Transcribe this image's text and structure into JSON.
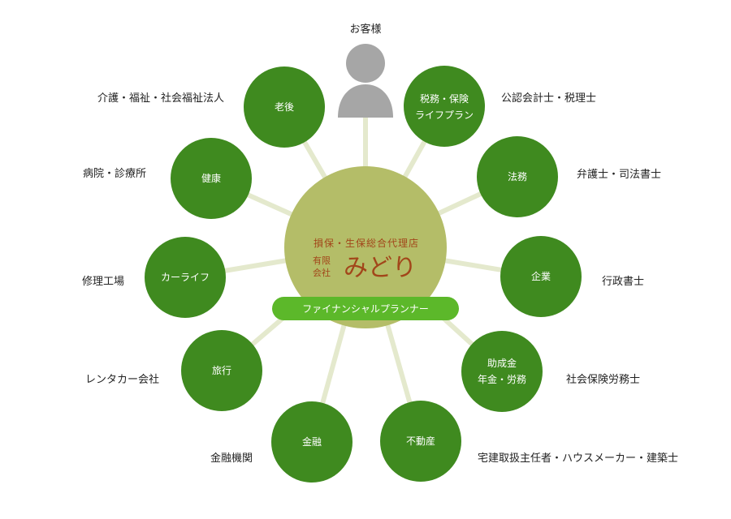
{
  "customer": {
    "label": "お客様",
    "icon": "person-icon"
  },
  "hub": {
    "subtitle": "損保・生保総合代理店",
    "company_kind_top": "有限",
    "company_kind_bottom": "会社",
    "name": "みどり",
    "banner": "ファイナンシャルプランナー"
  },
  "nodes": [
    {
      "id": "elderly",
      "lines": [
        "老後"
      ],
      "partner": "介護・福祉・社会福祉法人"
    },
    {
      "id": "health",
      "lines": [
        "健康"
      ],
      "partner": "病院・診療所"
    },
    {
      "id": "carlife",
      "lines": [
        "カーライフ"
      ],
      "partner": "修理工場"
    },
    {
      "id": "travel",
      "lines": [
        "旅行"
      ],
      "partner": "レンタカー会社"
    },
    {
      "id": "finance",
      "lines": [
        "金融"
      ],
      "partner": "金融機関"
    },
    {
      "id": "realestate",
      "lines": [
        "不動産"
      ],
      "partner": "宅建取扱主任者・ハウスメーカー・建築士"
    },
    {
      "id": "subsidy",
      "lines": [
        "助成金",
        "年金・労務"
      ],
      "partner": "社会保険労務士"
    },
    {
      "id": "business",
      "lines": [
        "企業"
      ],
      "partner": "行政書士"
    },
    {
      "id": "legal",
      "lines": [
        "法務"
      ],
      "partner": "弁護士・司法書士"
    },
    {
      "id": "tax",
      "lines": [
        "税務・保険",
        "ライフプラン"
      ],
      "partner": "公認会計士・税理士"
    }
  ],
  "colors": {
    "node": "#3f8a1f",
    "hub": "#b4bd68",
    "banner": "#5cb82a",
    "spoke": "#e4e9cd",
    "brand_text": "#a2461a",
    "person": "#a6a6a6"
  }
}
